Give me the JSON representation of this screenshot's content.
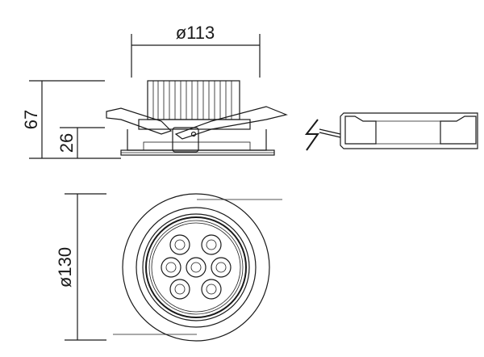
{
  "dimensions": {
    "top_width": "ø113",
    "total_height": "67",
    "lower_height": "26",
    "front_diameter": "ø130"
  },
  "icons": {
    "lightning": "lightning-icon"
  }
}
